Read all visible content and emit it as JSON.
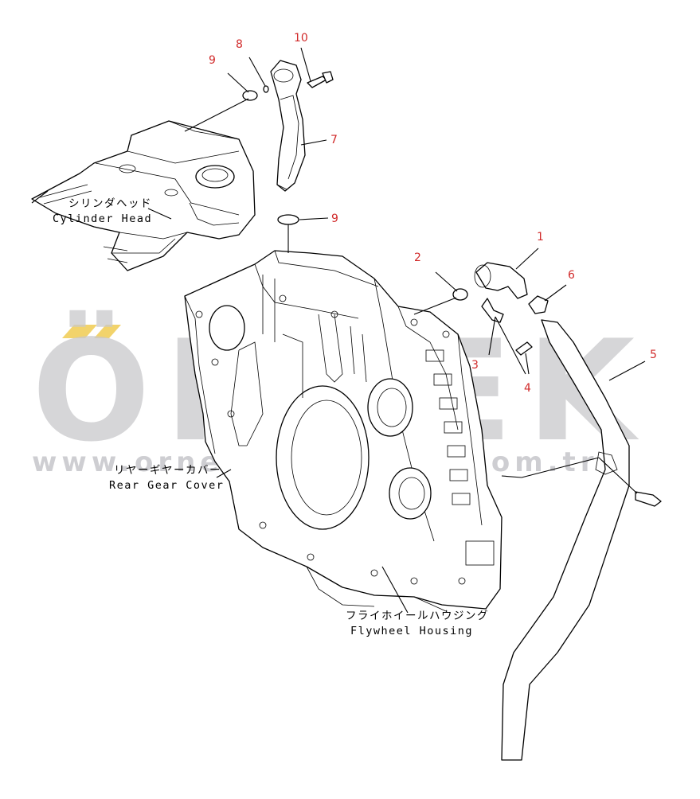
{
  "watermark": {
    "brand": "ÖRNEK",
    "url": "www.ornekmakinalari.com.tr",
    "accent_color": "#f2d36b",
    "text_color": "#c9c9cc"
  },
  "labels": {
    "cylinder_head_jp": "シリンダヘッド",
    "cylinder_head_en": "Cylinder Head",
    "rear_gear_cover_jp": "リヤーギヤーカバー",
    "rear_gear_cover_en": "Rear Gear Cover",
    "flywheel_housing_jp": "フライホイールハウジング",
    "flywheel_housing_en": "Flywheel Housing"
  },
  "callouts": [
    {
      "id": "c1",
      "text": "1"
    },
    {
      "id": "c2",
      "text": "2"
    },
    {
      "id": "c3",
      "text": "3"
    },
    {
      "id": "c4",
      "text": "4"
    },
    {
      "id": "c5",
      "text": "5"
    },
    {
      "id": "c6",
      "text": "6"
    },
    {
      "id": "c7",
      "text": "7"
    },
    {
      "id": "c8",
      "text": "8"
    },
    {
      "id": "c9a",
      "text": "9"
    },
    {
      "id": "c9b",
      "text": "9"
    },
    {
      "id": "c10",
      "text": "10"
    }
  ],
  "colors": {
    "callout": "#d12a2a",
    "line": "#000000"
  }
}
